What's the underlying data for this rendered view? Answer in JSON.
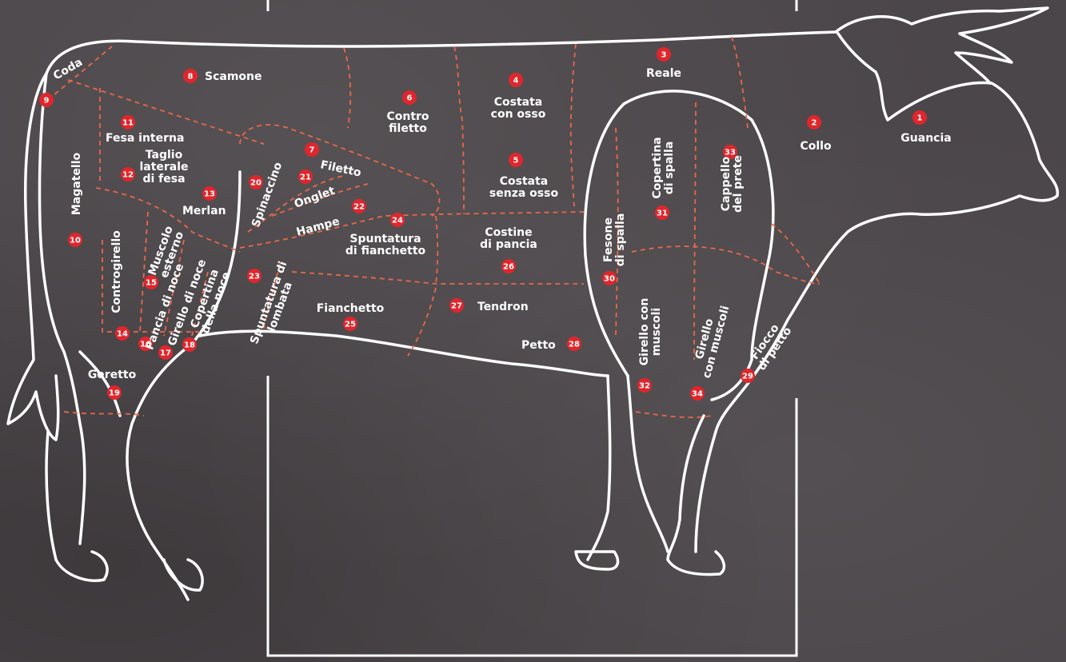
{
  "cuts": [
    {
      "num": "1",
      "label": "Guancia"
    },
    {
      "num": "2",
      "label": "Collo"
    },
    {
      "num": "3",
      "label": "Reale"
    },
    {
      "num": "4",
      "label": "Costata con osso"
    },
    {
      "num": "5",
      "label": "Costata senza osso"
    },
    {
      "num": "6",
      "label": "Contro filetto"
    },
    {
      "num": "7",
      "label": "Filetto"
    },
    {
      "num": "8",
      "label": "Scamone"
    },
    {
      "num": "9",
      "label": "Coda"
    },
    {
      "num": "10",
      "label": "Magatello"
    },
    {
      "num": "11",
      "label": "Fesa interna"
    },
    {
      "num": "12",
      "label": "Taglio laterale di fesa"
    },
    {
      "num": "13",
      "label": "Merlan"
    },
    {
      "num": "14",
      "label": "Controgirello"
    },
    {
      "num": "15",
      "label": "Muscolo esterno"
    },
    {
      "num": "16",
      "label": "Pancia di noce"
    },
    {
      "num": "17",
      "label": "Girello di noce"
    },
    {
      "num": "18",
      "label": "Copertina della noce"
    },
    {
      "num": "19",
      "label": "Geretto"
    },
    {
      "num": "20",
      "label": "Spinaccino"
    },
    {
      "num": "21",
      "label": "Onglet"
    },
    {
      "num": "22",
      "label": "Hampe"
    },
    {
      "num": "23",
      "label": "Spuntatura di lombata"
    },
    {
      "num": "24",
      "label": "Spuntatura di fianchetto"
    },
    {
      "num": "25",
      "label": "Fianchetto"
    },
    {
      "num": "26",
      "label": "Costine di pancia"
    },
    {
      "num": "27",
      "label": "Tendron"
    },
    {
      "num": "28",
      "label": "Petto"
    },
    {
      "num": "29",
      "label": "Fiocco di petto"
    },
    {
      "num": "30",
      "label": "Fesone di spalla"
    },
    {
      "num": "31",
      "label": "Copertina di spalla"
    },
    {
      "num": "32",
      "label": "Girello con muscoli"
    },
    {
      "num": "33",
      "label": "Cappello del prete"
    },
    {
      "num": "34",
      "label": "Girello con muscoli"
    }
  ],
  "colors": {
    "background": "#4b4649",
    "outline": "#ffffff",
    "marker": "#e0262c",
    "divider": "#e8684a"
  }
}
